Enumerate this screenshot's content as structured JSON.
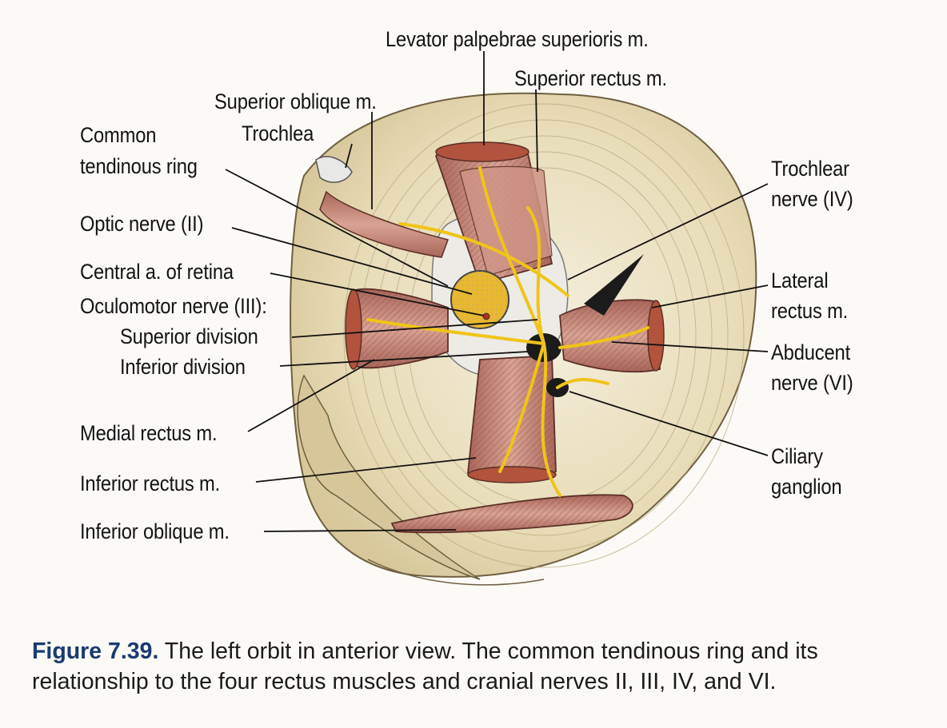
{
  "labels": {
    "levator": "Levator palpebrae superioris m.",
    "superior_rectus": "Superior rectus m.",
    "superior_oblique": "Superior oblique m.",
    "trochlea": "Trochlea",
    "common_ring_1": "Common",
    "common_ring_2": "tendinous ring",
    "optic": "Optic nerve (II)",
    "central_a": "Central a. of retina",
    "oculomotor": "Oculomotor nerve (III):",
    "superior_division": "Superior division",
    "inferior_division": "Inferior division",
    "medial_rectus": "Medial rectus m.",
    "inferior_rectus": "Inferior rectus m.",
    "inferior_oblique": "Inferior oblique m.",
    "trochlear_1": "Trochlear",
    "trochlear_2": "nerve (IV)",
    "lateral_1": "Lateral",
    "lateral_2": "rectus m.",
    "abducent_1": "Abducent",
    "abducent_2": "nerve (VI)",
    "ciliary_1": "Ciliary",
    "ciliary_2": "ganglion"
  },
  "caption": {
    "figure_label": "Figure 7.39.",
    "text": " The left orbit in anterior view. The common tendinous ring and its relationship to the four rectus muscles and cranial nerves II, III, IV, and VI."
  },
  "colors": {
    "muscle": "#c98a7a",
    "muscle_dark": "#9c5748",
    "nerve": "#f0c419",
    "orbit": "#ece2c4",
    "optic": "#e8b830",
    "caption_label": "#1a3a72"
  }
}
